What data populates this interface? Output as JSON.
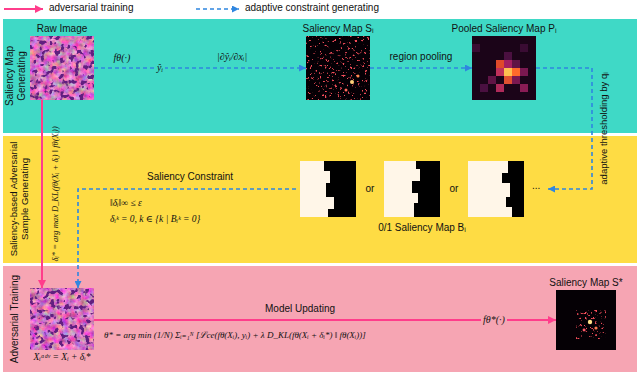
{
  "diagram": {
    "nodes": [
      {
        "text": [
          "Saliency Map Generating"
        ]
      },
      {
        "text": [
          "Raw Image"
        ],
        "in": 0
      },
      {
        "text": [
          "Saliency Map Sᵢ"
        ],
        "in": 0
      },
      {
        "text": [
          "Pooled Saliency Map Pᵢ"
        ],
        "in": 0
      },
      {
        "text": [
          "Saliency-based Adversarial Sample Generating"
        ]
      },
      {
        "text": [
          "0/1 Saliency Map Bᵢ"
        ],
        "in": 4
      },
      {
        "text": [
          "Adversarial Training"
        ]
      },
      {
        "text": [
          "Xᵢᵃᵈᵛ = Xᵢ + δᵢ*"
        ],
        "in": 6
      },
      {
        "text": [
          "Saliency Map S*"
        ],
        "in": 6
      }
    ],
    "edges": [
      {
        "from": 1,
        "to": 2,
        "arrow": "to",
        "label": "|∂ŷᵢ/∂xᵢ|"
      },
      {
        "from": 2,
        "to": 3,
        "arrow": "to",
        "label": "region pooling"
      },
      {
        "from": 3,
        "to": 5,
        "arrow": "to",
        "label": "adaptive thresholding by qᵢ"
      },
      {
        "from": 5,
        "to": 7,
        "arrow": "to",
        "label": "Saliency Constraint"
      },
      {
        "from": 1,
        "to": 7,
        "arrow": "to",
        "label": "δᵢ* = arg max D_KL(fθ(Xᵢ + δᵢ) ‖ fθ(Xᵢ))"
      },
      {
        "from": 7,
        "to": 8,
        "arrow": "to",
        "label": "Model Updating"
      }
    ],
    "labels": [
      "fθ(·)",
      "ŷᵢ",
      "‖δᵢ‖∞ ≤ ε",
      "δᵢᵏ = 0, k ∈ {k | Bᵢᵏ = 0}",
      "or",
      "or",
      "...",
      "θ* = arg min (1/N) Σᵢ₌₁ᴺ [ℒce(fθ(Xᵢ), yᵢ) + λ D_KL(fθ(Xᵢ + δᵢ*) ‖ fθ(Xᵢ))]",
      "fθ*(·)"
    ],
    "legend": [
      {
        "text": "adversarial training"
      },
      {
        "text": "adaptive constraint generating"
      }
    ]
  }
}
